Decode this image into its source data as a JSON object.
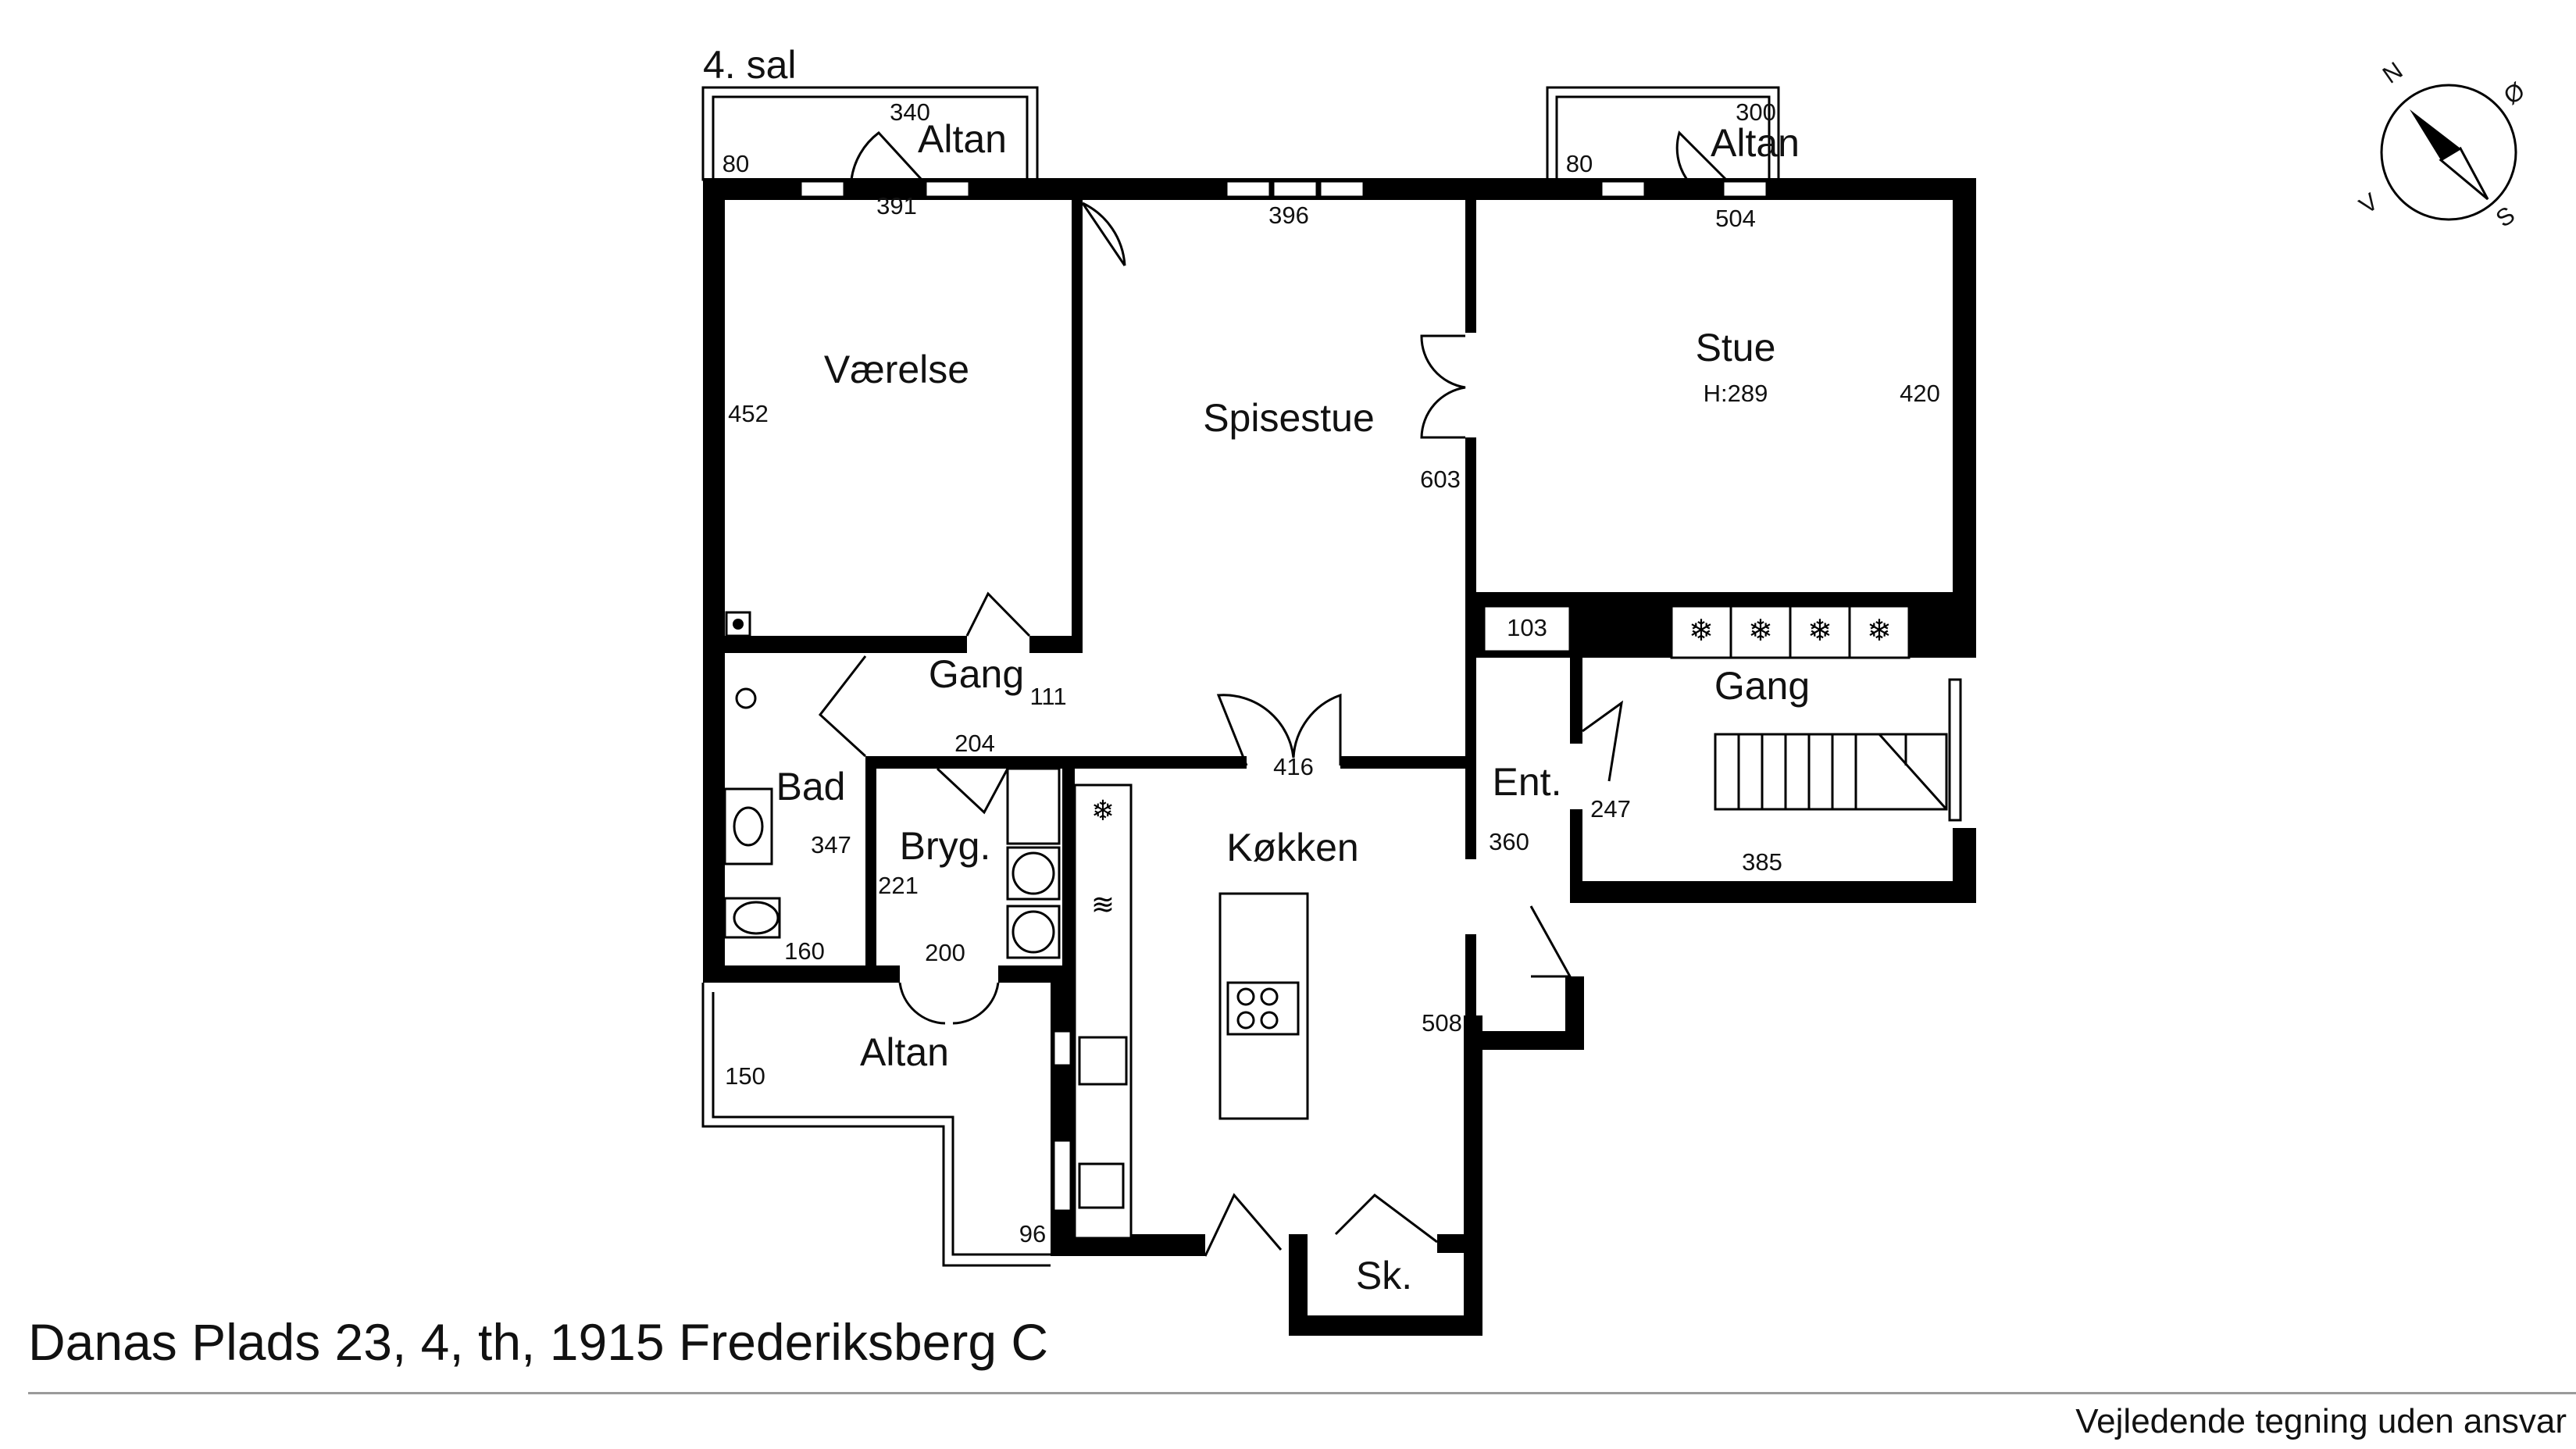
{
  "floor_label": "4. sal",
  "address": "Danas Plads 23, 4, th, 1915 Frederiksberg C",
  "disclaimer": "Vejledende tegning uden ansvar",
  "compass": {
    "n": "N",
    "e": "Ø",
    "s": "S",
    "w": "V"
  },
  "rooms": {
    "vaerelse": "Værelse",
    "spisestue": "Spisestue",
    "stue": "Stue",
    "stue_height": "H:289",
    "gang_left": "Gang",
    "gang_right": "Gang",
    "bad": "Bad",
    "bryg": "Bryg.",
    "koekken": "Køkken",
    "ent": "Ent.",
    "altan_left": "Altan",
    "altan_right": "Altan",
    "altan_bottom": "Altan",
    "sk": "Sk."
  },
  "dims": {
    "d340": "340",
    "d80a": "80",
    "d391": "391",
    "d396": "396",
    "d300": "300",
    "d80b": "80",
    "d504": "504",
    "d452": "452",
    "d603": "603",
    "d420": "420",
    "d103": "103",
    "d111": "111",
    "d204": "204",
    "d416": "416",
    "d247": "247",
    "d347": "347",
    "d221": "221",
    "d360": "360",
    "d385": "385",
    "d160": "160",
    "d200": "200",
    "d508": "508",
    "d150": "150",
    "d96": "96"
  }
}
